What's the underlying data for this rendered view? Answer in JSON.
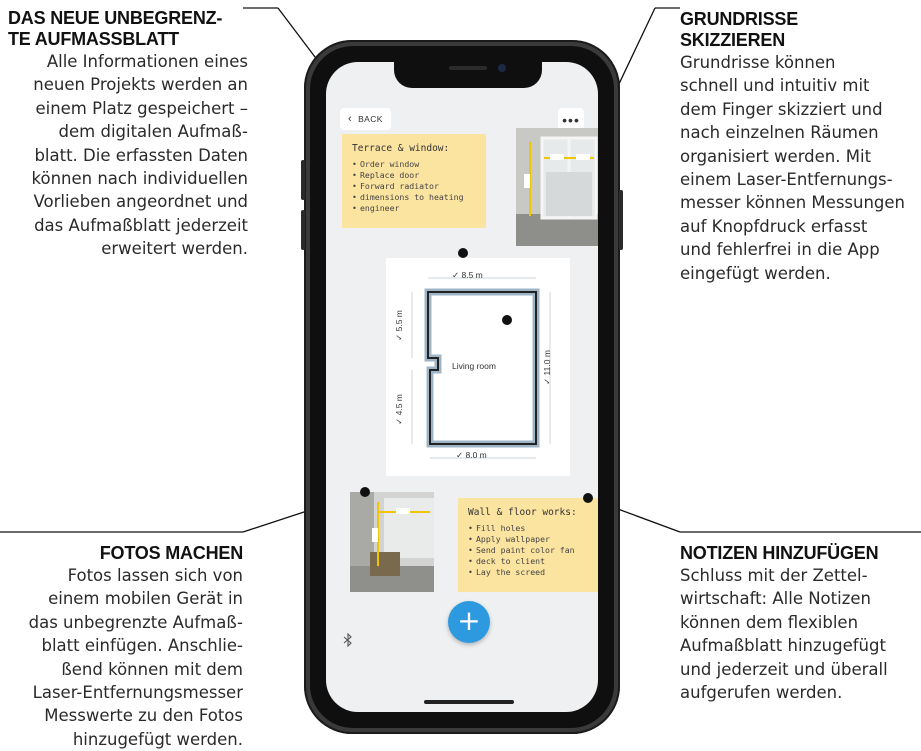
{
  "callouts": {
    "aufmass": {
      "title_lines": [
        "DAS NEUE UNBEGRENZ-",
        "TE AUFMASSBLATT"
      ],
      "body_lines": [
        "Alle Informationen eines",
        "neuen Projekts werden an",
        "einem Platz gespeichert –",
        "dem digitalen Aufmaß-",
        "blatt. Die erfassten Daten",
        "können nach individuellen",
        "Vorlieben angeordnet und",
        "das Aufmaßblatt jederzeit",
        "erweitert werden."
      ]
    },
    "grundrisse": {
      "title_lines": [
        "GRUNDRISSE",
        "SKIZZIEREN"
      ],
      "body_lines": [
        "Grundrisse können",
        "schnell und intuitiv mit",
        "dem Finger skizziert und",
        "nach einzelnen Räumen",
        "organisiert werden. Mit",
        "einem Laser-Entfernungs-",
        "messer können Messungen",
        "auf Knopfdruck erfasst",
        "und fehlerfrei in die App",
        "eingefügt werden."
      ]
    },
    "fotos": {
      "title_lines": [
        "FOTOS MACHEN"
      ],
      "body_lines": [
        "Fotos lassen sich von",
        "einem mobilen Gerät in",
        "das unbegrenzte Aufmaß-",
        "blatt einfügen. Anschlie-",
        "ßend können mit dem",
        "Laser-Entfernungsmesser",
        "Messwerte zu den Fotos",
        "hinzugefügt werden."
      ]
    },
    "notizen": {
      "title_lines": [
        "NOTIZEN HINZUFÜGEN"
      ],
      "body_lines": [
        "Schluss mit der Zettel-",
        "wirtschaft: Alle Notizen",
        "können dem flexiblen",
        "Aufmaßblatt hinzugefügt",
        "und jederzeit und überall",
        "aufgerufen werden."
      ]
    }
  },
  "app": {
    "back_label": "BACK",
    "more_icon": "more-dots-icon",
    "notes": {
      "terrace": {
        "title": "Terrace & window:",
        "items": [
          "Order window",
          "Replace door",
          "Forward radiator",
          "dimensions to heating",
          "engineer"
        ]
      },
      "wall": {
        "title": "Wall & floor works:",
        "items": [
          "Fill holes",
          "Apply wallpaper",
          "Send paint color fan",
          "deck to client",
          "Lay the screed"
        ]
      }
    },
    "floorplan": {
      "room_label": "Living room",
      "top": "8.5 m",
      "bottom": "8.0 m",
      "left_upper": "5.5 m",
      "left_lower": "4.5 m",
      "right": "11.0 m"
    },
    "fab_icon": "plus-icon",
    "bluetooth_icon": "bluetooth-icon",
    "accent_color": "#2d9ae0",
    "note_color": "#fbe3a0"
  }
}
